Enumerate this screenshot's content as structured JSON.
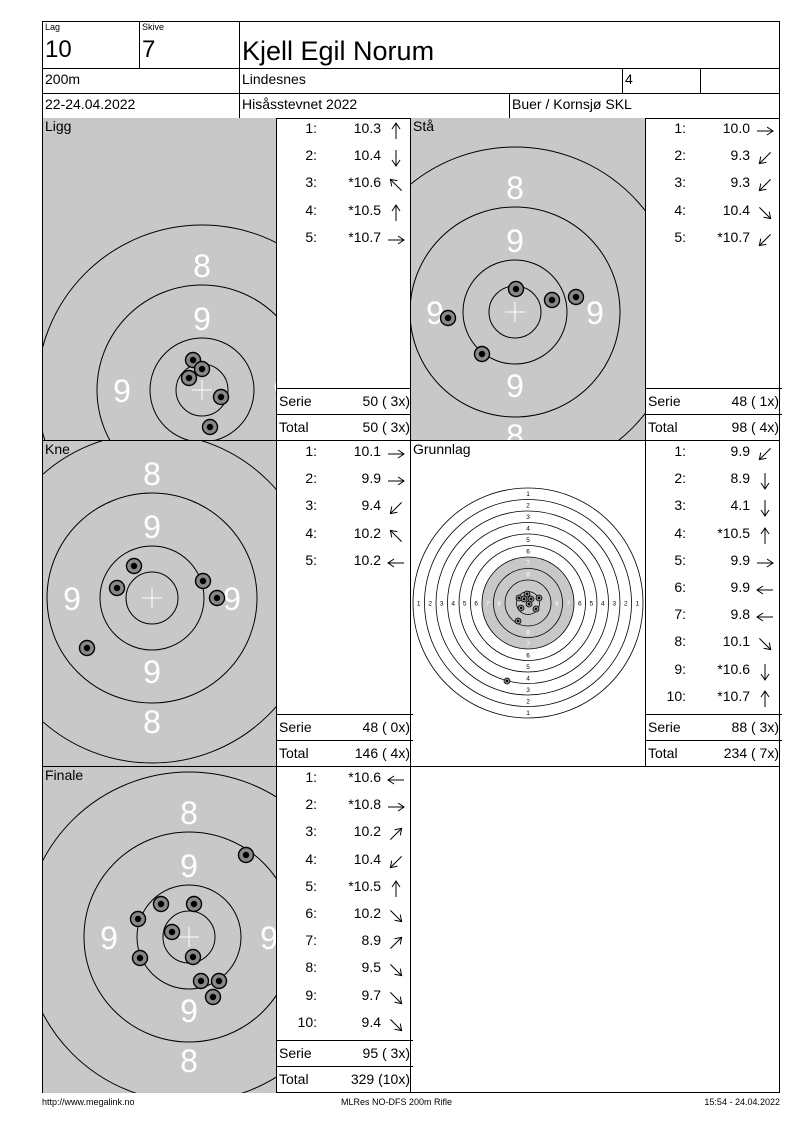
{
  "header": {
    "lag_label": "Lag",
    "lag_value": "10",
    "skive_label": "Skive",
    "skive_value": "7",
    "shooter_name": "Kjell Egil Norum",
    "distance": "200m",
    "club_short": "Lindesnes",
    "class": "4",
    "class_extra": "",
    "date": "22-24.04.2022",
    "event": "Hisåsstevnet 2022",
    "venue": "Buer / Kornsjø SKL"
  },
  "target_labels": {
    "ring8": "8",
    "ring9": "9"
  },
  "panels": {
    "ligg": {
      "title": "Ligg",
      "shots": [
        {
          "no": "1:",
          "value": "10.3",
          "arrow": "up"
        },
        {
          "no": "2:",
          "value": "10.4",
          "arrow": "down"
        },
        {
          "no": "3:",
          "value": "*10.6",
          "arrow": "up-left"
        },
        {
          "no": "4:",
          "value": "*10.5",
          "arrow": "up"
        },
        {
          "no": "5:",
          "value": "*10.7",
          "arrow": "right"
        }
      ],
      "serie_label": "Serie",
      "serie_value": "50 ( 3x)",
      "total_label": "Total",
      "total_value": "50 ( 3x)"
    },
    "sta": {
      "title": "Stå",
      "shots": [
        {
          "no": "1:",
          "value": "10.0",
          "arrow": "right"
        },
        {
          "no": "2:",
          "value": "9.3",
          "arrow": "down-left"
        },
        {
          "no": "3:",
          "value": "9.3",
          "arrow": "down-left"
        },
        {
          "no": "4:",
          "value": "10.4",
          "arrow": "down-right"
        },
        {
          "no": "5:",
          "value": "*10.7",
          "arrow": "down-left"
        }
      ],
      "serie_label": "Serie",
      "serie_value": "48 ( 1x)",
      "total_label": "Total",
      "total_value": "98 ( 4x)"
    },
    "kne": {
      "title": "Kne",
      "shots": [
        {
          "no": "1:",
          "value": "10.1",
          "arrow": "right"
        },
        {
          "no": "2:",
          "value": "9.9",
          "arrow": "right"
        },
        {
          "no": "3:",
          "value": "9.4",
          "arrow": "down-left"
        },
        {
          "no": "4:",
          "value": "10.2",
          "arrow": "up-left"
        },
        {
          "no": "5:",
          "value": "10.2",
          "arrow": "left"
        }
      ],
      "serie_label": "Serie",
      "serie_value": "48 ( 0x)",
      "total_label": "Total",
      "total_value": "146 ( 4x)"
    },
    "grunnlag": {
      "title": "Grunnlag",
      "shots": [
        {
          "no": "1:",
          "value": "9.9",
          "arrow": "down-left"
        },
        {
          "no": "2:",
          "value": "8.9",
          "arrow": "down"
        },
        {
          "no": "3:",
          "value": "4.1",
          "arrow": "down"
        },
        {
          "no": "4:",
          "value": "*10.5",
          "arrow": "up"
        },
        {
          "no": "5:",
          "value": "9.9",
          "arrow": "right"
        },
        {
          "no": "6:",
          "value": "9.9",
          "arrow": "left"
        },
        {
          "no": "7:",
          "value": "9.8",
          "arrow": "left"
        },
        {
          "no": "8:",
          "value": "10.1",
          "arrow": "down-right"
        },
        {
          "no": "9:",
          "value": "*10.6",
          "arrow": "down"
        },
        {
          "no": "10:",
          "value": "*10.7",
          "arrow": "up"
        }
      ],
      "serie_label": "Serie",
      "serie_value": "88 ( 3x)",
      "total_label": "Total",
      "total_value": "234 ( 7x)"
    },
    "finale": {
      "title": "Finale",
      "shots": [
        {
          "no": "1:",
          "value": "*10.6",
          "arrow": "left"
        },
        {
          "no": "2:",
          "value": "*10.8",
          "arrow": "right"
        },
        {
          "no": "3:",
          "value": "10.2",
          "arrow": "up-right"
        },
        {
          "no": "4:",
          "value": "10.4",
          "arrow": "down-left"
        },
        {
          "no": "5:",
          "value": "*10.5",
          "arrow": "up"
        },
        {
          "no": "6:",
          "value": "10.2",
          "arrow": "down-right"
        },
        {
          "no": "7:",
          "value": "8.9",
          "arrow": "up-right"
        },
        {
          "no": "8:",
          "value": "9.5",
          "arrow": "down-right"
        },
        {
          "no": "9:",
          "value": "9.7",
          "arrow": "down-right"
        },
        {
          "no": "10:",
          "value": "9.4",
          "arrow": "down-right"
        }
      ],
      "serie_label": "Serie",
      "serie_value": "95 ( 3x)",
      "total_label": "Total",
      "total_value": "329 (10x)"
    }
  },
  "grunnlag_ring_numbers": [
    "1",
    "2",
    "3",
    "4",
    "5",
    "6",
    "7",
    "8"
  ],
  "footer": {
    "left": "http://www.megalink.no",
    "center": "MLRes NO-DFS 200m Rifle",
    "right": "15:54 - 24.04.2022"
  },
  "colors": {
    "target_gray": "#c8c8c8",
    "line": "#000000"
  }
}
